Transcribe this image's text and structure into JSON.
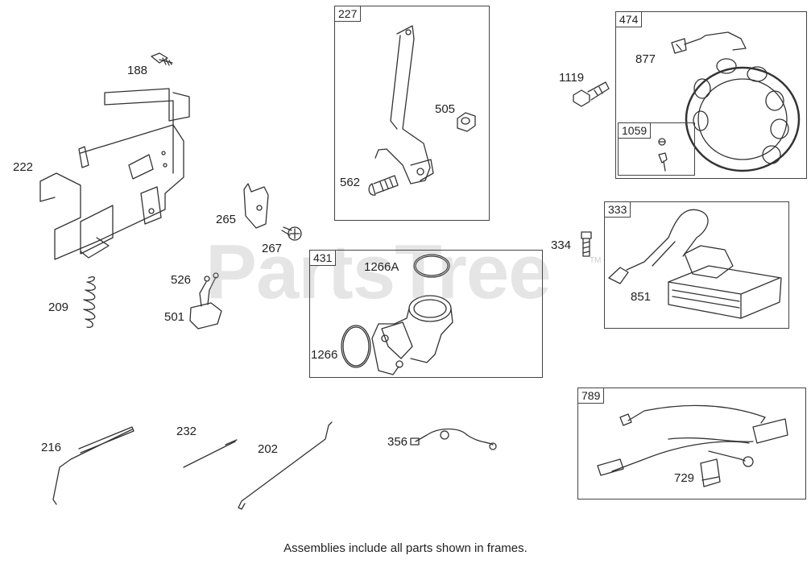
{
  "watermark": {
    "text": "PartsTree",
    "tm": "TM"
  },
  "footer": "Assemblies include all parts shown in frames.",
  "frames": {
    "f227": "227",
    "f474": "474",
    "f1059": "1059",
    "f431": "431",
    "f333": "333",
    "f789": "789"
  },
  "parts": {
    "p188": "188",
    "p222": "222",
    "p265": "265",
    "p267": "267",
    "p209": "209",
    "p526": "526",
    "p501": "501",
    "p562": "562",
    "p505": "505",
    "p1119": "1119",
    "p877": "877",
    "p1266A": "1266A",
    "p1266": "1266",
    "p334": "334",
    "p851": "851",
    "p216": "216",
    "p232": "232",
    "p202": "202",
    "p356": "356",
    "p729": "729"
  }
}
